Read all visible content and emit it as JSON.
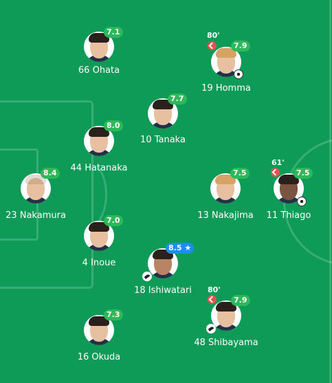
{
  "players": [
    {
      "name": "66 Ohata",
      "rating": "7.1"
    },
    {
      "name": "19 Homma",
      "rating": "7.9",
      "sub_minute": "80'"
    },
    {
      "name": "10 Tanaka",
      "rating": "7.7"
    },
    {
      "name": "44 Hatanaka",
      "rating": "8.0"
    },
    {
      "name": "23 Nakamura",
      "rating": "8.4"
    },
    {
      "name": "13 Nakajima",
      "rating": "7.5"
    },
    {
      "name": "11 Thiago",
      "rating": "7.5",
      "sub_minute": "61'"
    },
    {
      "name": "4 Inoue",
      "rating": "7.0"
    },
    {
      "name": "18 Ishiwatari",
      "rating": "8.5",
      "star": "★"
    },
    {
      "name": "48 Shibayama",
      "rating": "7.9",
      "sub_minute": "80'"
    },
    {
      "name": "16 Okuda",
      "rating": "7.3"
    }
  ],
  "colors": {
    "pitch": "#0e9b57",
    "rating_green": "#2db85a",
    "rating_best": "#1b8ef2",
    "sub_red": "#e0534e"
  },
  "icons": [
    "substitution-icon",
    "goal-ball-icon",
    "assist-boot-icon",
    "star-icon"
  ]
}
